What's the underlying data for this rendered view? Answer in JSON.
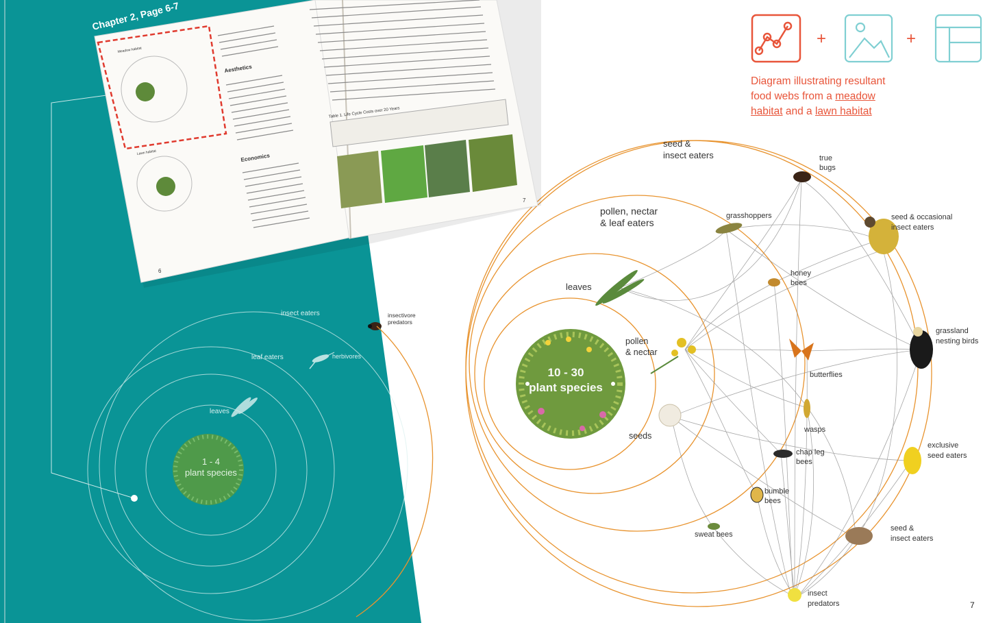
{
  "chapter_label": "Chapter 2, Page 6-7",
  "caption": {
    "text": "Diagram illustrating resultant food webs from a",
    "meadow_link": "meadow habitat",
    "and": " and a ",
    "lawn_link": "lawn habitat"
  },
  "icons": [
    "network-graph-icon",
    "image-icon",
    "layout-icon"
  ],
  "plus": "+",
  "colors": {
    "teal": "#0a9496",
    "orange": "#e8932e",
    "accent": "#e8553a",
    "icon_teal": "#7fcfd2"
  },
  "lawn": {
    "center_label": "1 - 4 plant species",
    "rings": [
      "leaves",
      "leaf eaters",
      "insect eaters"
    ],
    "nodes": [
      "herbivores",
      "insectivore predators"
    ]
  },
  "meadow": {
    "center_label": "10 - 30 plant species",
    "rings": [
      "leaves",
      "pollen & nectar",
      "seeds",
      "pollen, nectar & leaf eaters",
      "seed & insect eaters"
    ],
    "nodes": [
      "true bugs",
      "grasshoppers",
      "seed & occasional insect eaters",
      "honey bees",
      "grassland nesting birds",
      "butterflies",
      "wasps",
      "exclusive seed eaters",
      "chap leg bees",
      "bumble bees",
      "sweat bees",
      "seed & insect eaters",
      "insect predators"
    ]
  },
  "book": {
    "left_heading_1": "Aesthetics",
    "left_heading_2": "Economics",
    "figure_label_1": "Meadow habitat",
    "figure_label_2": "Lawn habitat",
    "table_title": "Table 1. Life Cycle Costs over 20 Years",
    "page_left": "6",
    "page_right": "7"
  },
  "page_number": "7"
}
